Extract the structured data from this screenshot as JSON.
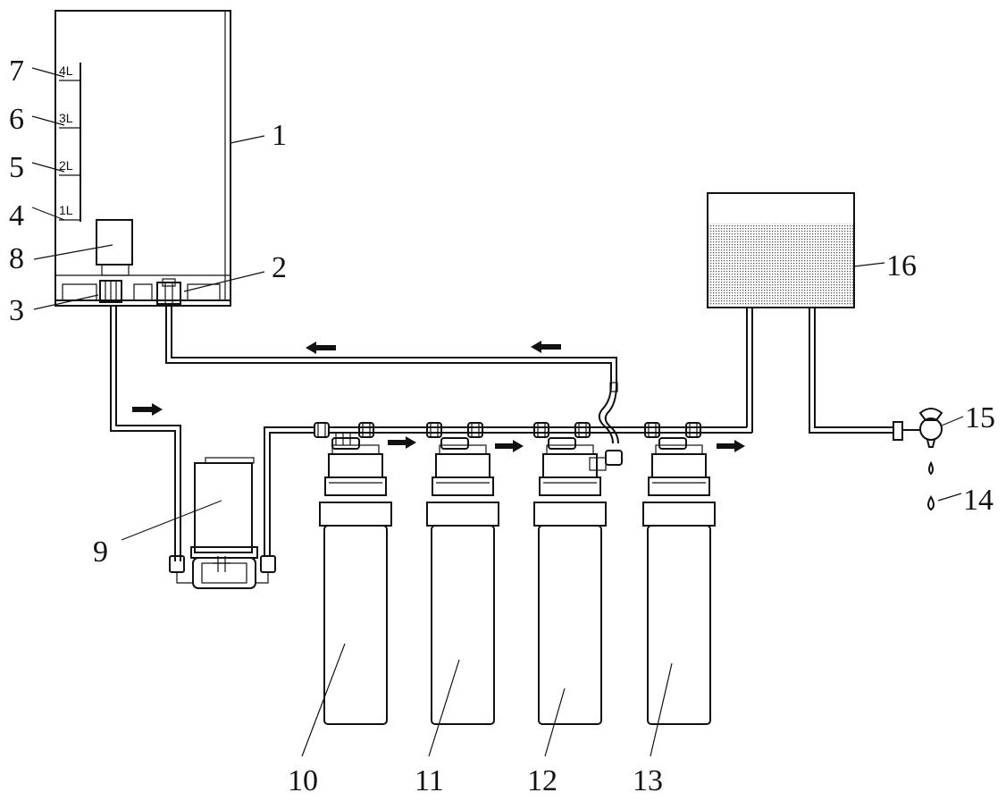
{
  "labels": {
    "l1": "1",
    "l2": "2",
    "l3": "3",
    "l4": "4",
    "l5": "5",
    "l6": "6",
    "l7": "7",
    "l8": "8",
    "l9": "9",
    "l10": "10",
    "l11": "11",
    "l12": "12",
    "l13": "13",
    "l14": "14",
    "l15": "15",
    "l16": "16"
  },
  "levels": {
    "lv4": "4L",
    "lv3": "3L",
    "lv2": "2L",
    "lv1": "1L"
  },
  "colors": {
    "line": "#111111",
    "background": "#ffffff",
    "stipple": "#555555"
  },
  "icons": [
    "arrow-left-icon",
    "arrow-right-icon",
    "water-drop-icon",
    "faucet-icon"
  ]
}
